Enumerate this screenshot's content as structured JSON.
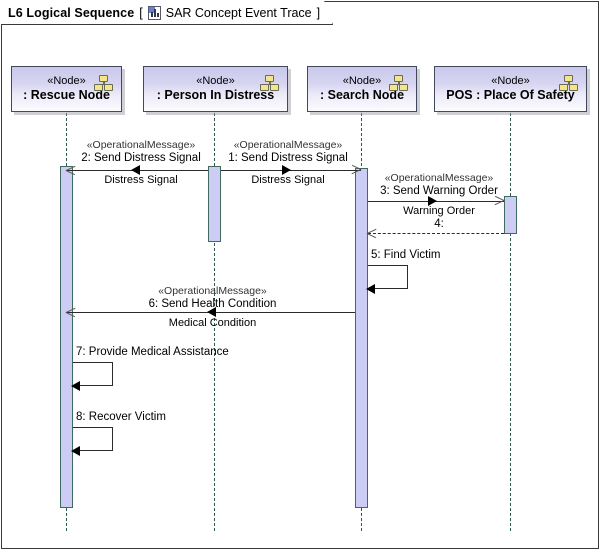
{
  "frame": {
    "title": "L6 Logical Sequence",
    "bracket_open": "[",
    "bracket_close": "]",
    "name": "SAR Concept Event Trace",
    "icon": "event-trace-icon"
  },
  "lifelines": [
    {
      "id": "rescue",
      "stereotype": "«Node»",
      "name": ": Rescue Node",
      "icon": "node-icon"
    },
    {
      "id": "person",
      "stereotype": "«Node»",
      "name": ": Person In Distress",
      "icon": "node-icon"
    },
    {
      "id": "search",
      "stereotype": "«Node»",
      "name": ": Search Node",
      "icon": "node-icon"
    },
    {
      "id": "pos",
      "stereotype": "«Node»",
      "name": "POS : Place Of Safety",
      "icon": "node-icon"
    }
  ],
  "messages": [
    {
      "seq": "2",
      "stereotype": "«OperationalMessage»",
      "label": "2: Send Distress Signal",
      "signal": "Distress Signal",
      "from": "person",
      "to": "rescue",
      "direction": "left",
      "style": "solid"
    },
    {
      "seq": "1",
      "stereotype": "«OperationalMessage»",
      "label": "1: Send Distress Signal",
      "signal": "Distress Signal",
      "from": "person",
      "to": "search",
      "direction": "right",
      "style": "solid"
    },
    {
      "seq": "3",
      "stereotype": "«OperationalMessage»",
      "label": "3: Send Warning Order",
      "signal": "Warning Order",
      "from": "search",
      "to": "pos",
      "direction": "right",
      "style": "solid"
    },
    {
      "seq": "4",
      "stereotype": "",
      "label": "4:",
      "signal": "",
      "from": "pos",
      "to": "search",
      "direction": "left",
      "style": "dashed"
    },
    {
      "seq": "5",
      "stereotype": "",
      "label": "5: Find Victim",
      "signal": "",
      "from": "search",
      "to": "search",
      "direction": "self",
      "style": "solid"
    },
    {
      "seq": "6",
      "stereotype": "«OperationalMessage»",
      "label": "6: Send Health Condition",
      "signal": "Medical Condition",
      "from": "search",
      "to": "rescue",
      "direction": "left",
      "style": "solid"
    },
    {
      "seq": "7",
      "stereotype": "",
      "label": "7: Provide Medical Assistance",
      "signal": "",
      "from": "rescue",
      "to": "rescue",
      "direction": "self",
      "style": "solid"
    },
    {
      "seq": "8",
      "stereotype": "",
      "label": "8: Recover Victim",
      "signal": "",
      "from": "rescue",
      "to": "rescue",
      "direction": "self",
      "style": "solid"
    }
  ],
  "colors": {
    "head_fill_top": "#c9c8ec",
    "head_border": "#44485c",
    "activation_fill": "#ccccf5",
    "activation_border": "#3f6b5e",
    "lifeline_dash": "#2d5b4e",
    "node_icon": "#f2e58c",
    "frame_border": "#3a3a3a",
    "message_line": "#2b2b2b"
  }
}
